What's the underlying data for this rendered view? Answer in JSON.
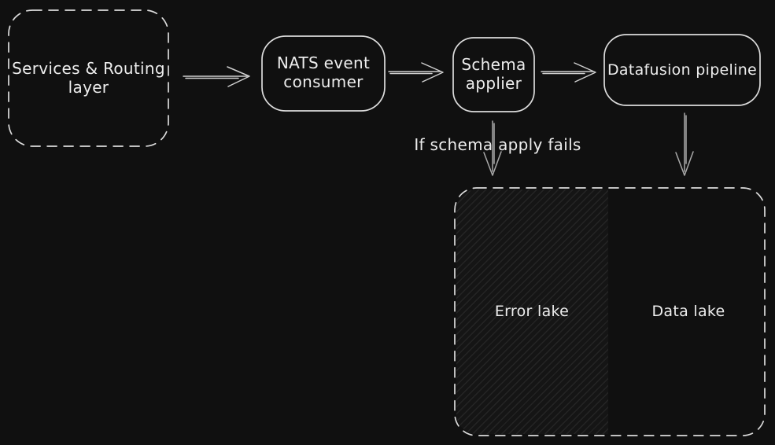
{
  "canvas": {
    "background": "#101010",
    "stroke_color": "#dcdcdc",
    "text_color": "#ededed",
    "arrow_color": "#cfcfcf",
    "vertical_arrow_color": "#a9a9a9"
  },
  "diagram": {
    "nodes": {
      "services": {
        "label": "Services & Routing layer",
        "border": "dashed"
      },
      "nats": {
        "label": "NATS event consumer",
        "border": "solid"
      },
      "schema": {
        "label": "Schema applier",
        "border": "solid"
      },
      "datafusion": {
        "label": "Datafusion pipeline",
        "border": "solid"
      },
      "lakes": {
        "border": "dashed"
      },
      "error_lake": {
        "label": "Error lake",
        "fill": "hachure"
      },
      "data_lake": {
        "label": "Data lake",
        "fill": "none"
      }
    },
    "annotations": {
      "schema_fail": "If schema apply fails"
    },
    "edges": [
      {
        "from": "services",
        "to": "nats"
      },
      {
        "from": "nats",
        "to": "schema"
      },
      {
        "from": "schema",
        "to": "datafusion"
      },
      {
        "from": "schema",
        "to": "error_lake",
        "label": "If schema apply fails"
      },
      {
        "from": "datafusion",
        "to": "data_lake"
      }
    ]
  }
}
